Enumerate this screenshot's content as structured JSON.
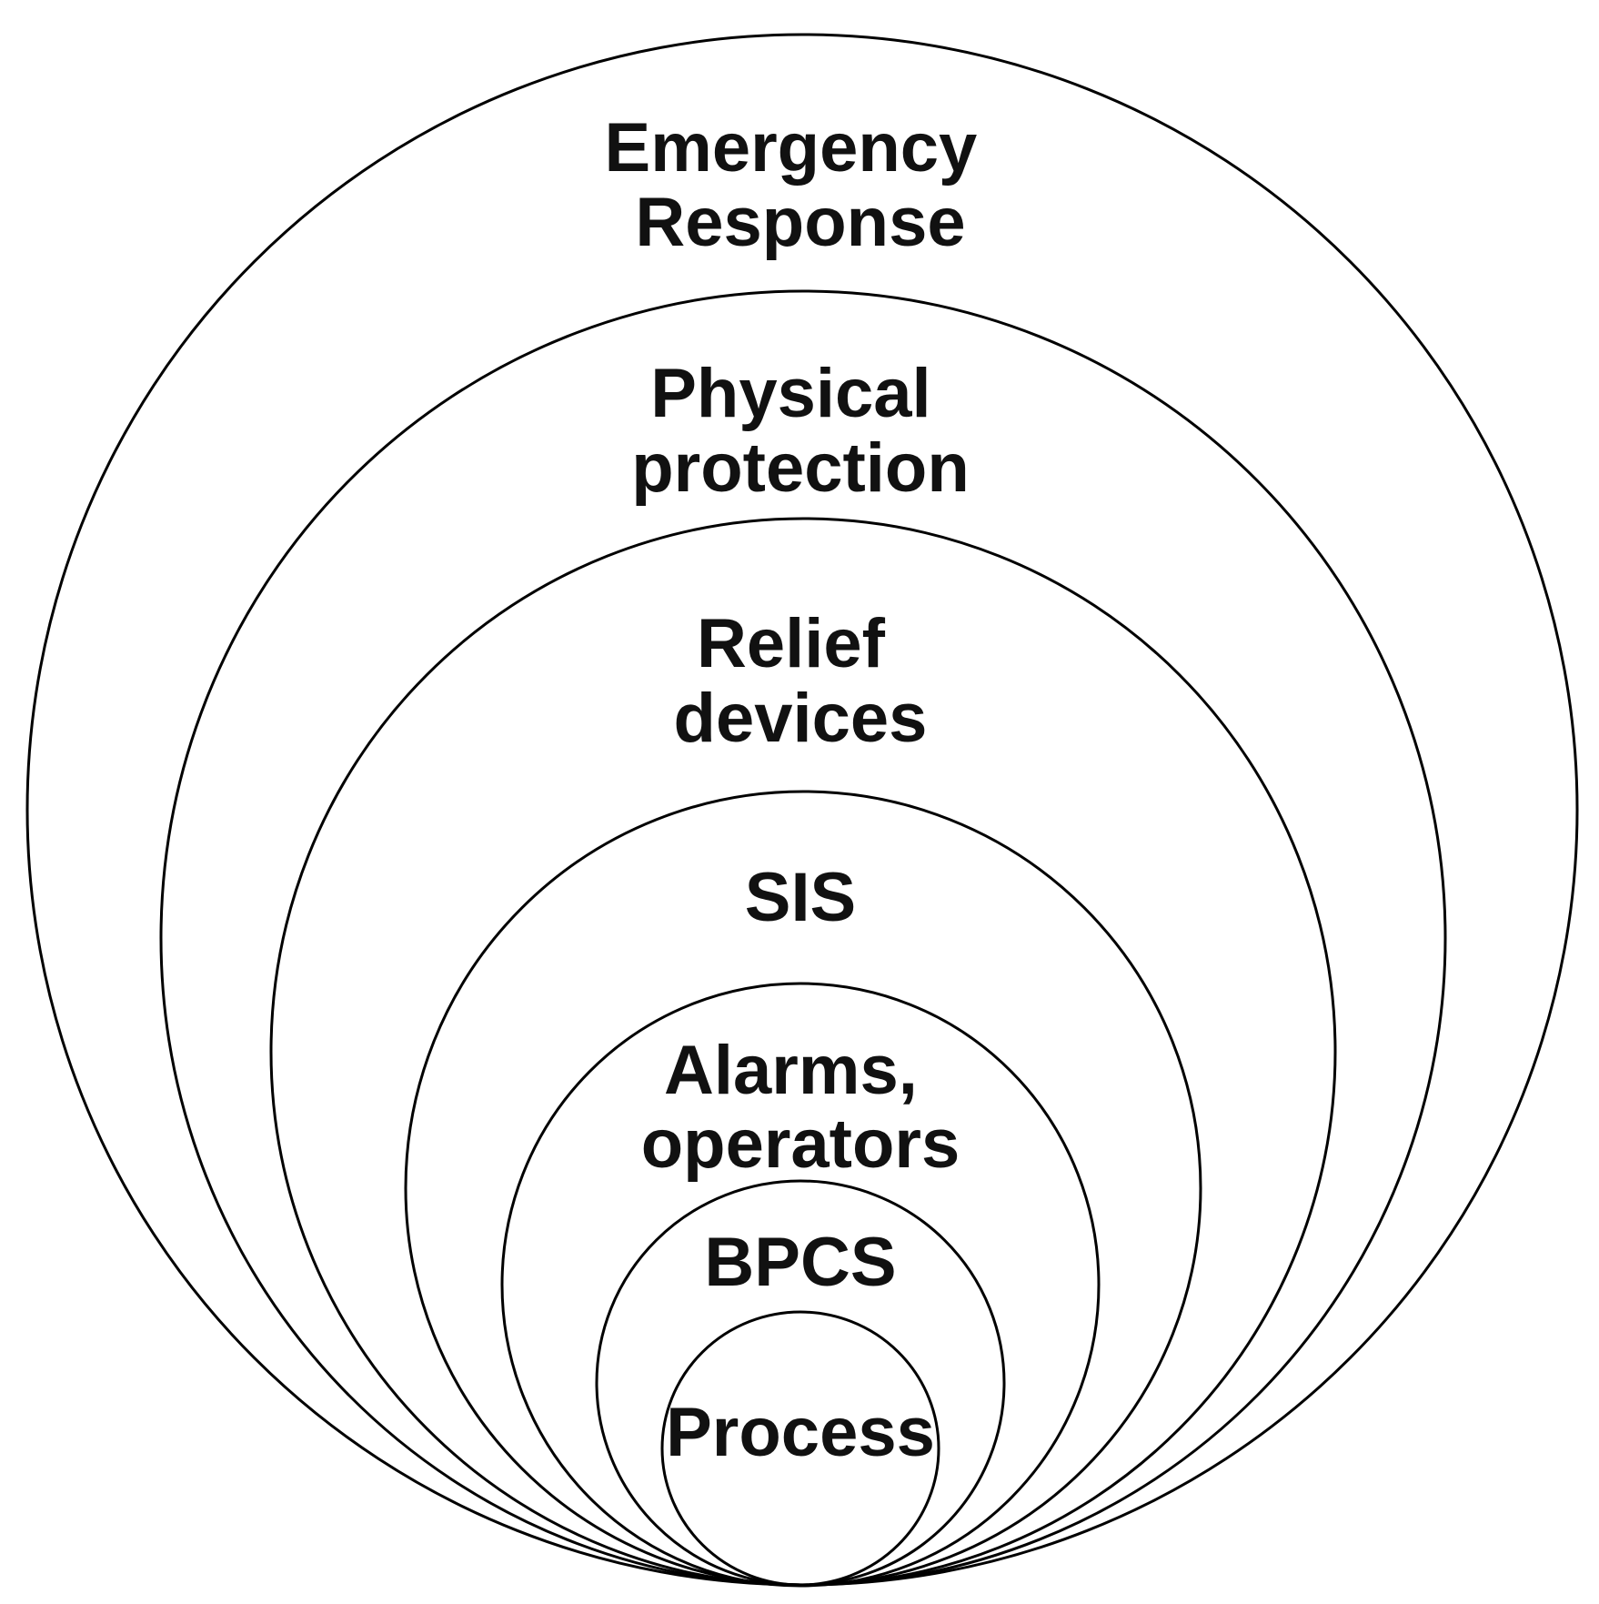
{
  "diagram": {
    "layers": [
      {
        "label_lines": [
          "Emergency",
          "Response"
        ]
      },
      {
        "label_lines": [
          "Physical",
          "protection"
        ]
      },
      {
        "label_lines": [
          "Relief",
          "devices"
        ]
      },
      {
        "label_lines": [
          "SIS"
        ]
      },
      {
        "label_lines": [
          "Alarms,",
          "operators"
        ]
      },
      {
        "label_lines": [
          "BPCS"
        ]
      },
      {
        "label_lines": [
          "Process"
        ]
      }
    ],
    "colors": {
      "stroke": "#000000",
      "text": "#111111",
      "background": "#ffffff"
    }
  }
}
